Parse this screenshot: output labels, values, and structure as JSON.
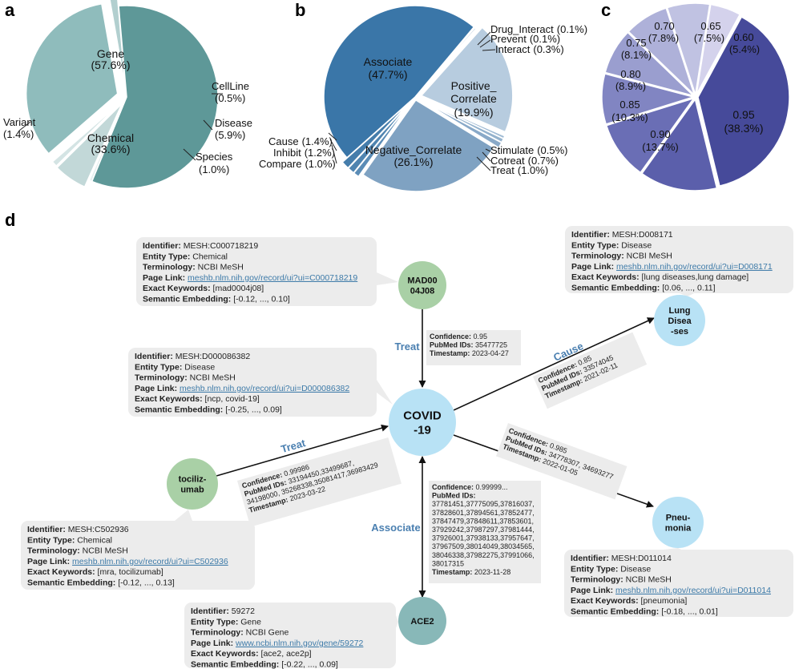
{
  "panel_labels": {
    "a": "a",
    "b": "b",
    "c": "c",
    "d": "d"
  },
  "chart_data": [
    {
      "type": "pie",
      "panel": "a",
      "slices": [
        {
          "label": "Gene",
          "pct": "(57.6%)",
          "value": 57.6,
          "color": "#5e9898"
        },
        {
          "label": "CellLine",
          "pct": "(0.5%)",
          "value": 0.5,
          "color": "#e6efef"
        },
        {
          "label": "Disease",
          "pct": "(5.9%)",
          "value": 5.9,
          "color": "#c2d8d8"
        },
        {
          "label": "Species",
          "pct": "(1.0%)",
          "value": 1.0,
          "color": "#d4e4e4"
        },
        {
          "label": "Chemical",
          "pct": "(33.6%)",
          "value": 33.6,
          "color": "#8fbcbc"
        },
        {
          "label": "Variant",
          "pct": "(1.4%)",
          "value": 1.4,
          "color": "#b2cfcf"
        }
      ]
    },
    {
      "type": "pie",
      "panel": "b",
      "slices": [
        {
          "label": "Drug_Interact",
          "pct": "(0.1%)",
          "value": 0.1,
          "color": "#a9c1d8"
        },
        {
          "label": "Prevent",
          "pct": "(0.1%)",
          "value": 0.1,
          "color": "#b5cadd"
        },
        {
          "label": "Interact",
          "pct": "(0.3%)",
          "value": 0.3,
          "color": "#c3d4e3"
        },
        {
          "label": "Positive_Correlate",
          "pct": "(19.9%)",
          "value": 19.9,
          "color": "#b7ccdf"
        },
        {
          "label": "Stimulate",
          "pct": "(0.5%)",
          "value": 0.5,
          "color": "#9fbad3"
        },
        {
          "label": "Cotreat",
          "pct": "(0.7%)",
          "value": 0.7,
          "color": "#94b2cd"
        },
        {
          "label": "Treat",
          "pct": "(1.0%)",
          "value": 1.0,
          "color": "#89a9c8"
        },
        {
          "label": "Negative_Correlate",
          "pct": "(26.1%)",
          "value": 26.1,
          "color": "#7fa2c2"
        },
        {
          "label": "Compare",
          "pct": "(1.0%)",
          "value": 1.0,
          "color": "#5b8cb6"
        },
        {
          "label": "Inhibit",
          "pct": "(1.2%)",
          "value": 1.2,
          "color": "#4f84b0"
        },
        {
          "label": "Cause",
          "pct": "(1.4%)",
          "value": 1.4,
          "color": "#457dab"
        },
        {
          "label": "Associate",
          "pct": "(47.7%)",
          "value": 47.7,
          "color": "#3a76a8"
        }
      ]
    },
    {
      "type": "pie",
      "panel": "c",
      "slices": [
        {
          "label": "0.60",
          "pct": "(5.4%)",
          "value": 5.4,
          "color": "#d4d2ec"
        },
        {
          "label": "0.95",
          "pct": "(38.3%)",
          "value": 38.3,
          "color": "#464a9a"
        },
        {
          "label": "0.90",
          "pct": "(13.7%)",
          "value": 13.7,
          "color": "#5b5fab"
        },
        {
          "label": "0.85",
          "pct": "(10.3%)",
          "value": 10.3,
          "color": "#6a6eb5"
        },
        {
          "label": "0.80",
          "pct": "(8.9%)",
          "value": 8.9,
          "color": "#8185c2"
        },
        {
          "label": "0.75",
          "pct": "(8.1%)",
          "value": 8.1,
          "color": "#9a9ecf"
        },
        {
          "label": "0.70",
          "pct": "(7.8%)",
          "value": 7.8,
          "color": "#aeb1d9"
        },
        {
          "label": "0.65",
          "pct": "(7.5%)",
          "value": 7.5,
          "color": "#c0c2e2"
        }
      ]
    }
  ],
  "graph": {
    "nodes": [
      {
        "id": "covid",
        "label": [
          "COVID",
          "-19"
        ],
        "color": "#b8e2f5"
      },
      {
        "id": "mad",
        "label": [
          "MAD00",
          "04J08"
        ],
        "color": "#a9d0a6"
      },
      {
        "id": "lung",
        "label": [
          "Lung",
          "Disea",
          "-ses"
        ],
        "color": "#b8e2f5"
      },
      {
        "id": "toci",
        "label": [
          "tociliz-",
          "umab"
        ],
        "color": "#a9d0a6"
      },
      {
        "id": "pneu",
        "label": [
          "Pneu-",
          "monia"
        ],
        "color": "#b8e2f5"
      },
      {
        "id": "ace2",
        "label": [
          "ACE2"
        ],
        "color": "#88b8b8"
      }
    ],
    "edges": [
      {
        "relation": "Treat",
        "from": "mad",
        "to": "covid",
        "info": [
          [
            "Confidence",
            "0.95"
          ],
          [
            "PubMed IDs",
            "35477725"
          ],
          [
            "Timestamp",
            "2023-04-27"
          ]
        ]
      },
      {
        "relation": "Cause",
        "from": "covid",
        "to": "lung",
        "info": [
          [
            "Confidence",
            "0.85"
          ],
          [
            "PubMed IDs",
            "33574045"
          ],
          [
            "Timestamp",
            "2021-02-11"
          ]
        ]
      },
      {
        "relation": "Treat",
        "from": "toci",
        "to": "covid",
        "info": [
          [
            "Confidence",
            "0.99986"
          ],
          [
            "PubMed IDs",
            "33194450,33499687,"
          ],
          [
            "",
            "34198000, 35268338,35081417,36983429"
          ],
          [
            "Timestamp",
            "2023-03-22"
          ]
        ]
      },
      {
        "relation": "Cause",
        "from": "covid",
        "to": "pneu",
        "info": [
          [
            "Confidence",
            "0.985"
          ],
          [
            "PubMed IDs",
            "34778307, 34693277"
          ],
          [
            "Timestamp",
            "2022-01-05"
          ]
        ]
      },
      {
        "relation": "Associate",
        "from": "ace2",
        "to": "covid",
        "info": [
          [
            "Confidence",
            "0.99999..."
          ],
          [
            "PubMed IDs",
            ""
          ],
          [
            "",
            "37781451,37775095,37816037,"
          ],
          [
            "",
            "37828601,37894561,37852477,"
          ],
          [
            "",
            "37847479,37848611,37853601,"
          ],
          [
            "",
            "37929242,37987297,37981444,"
          ],
          [
            "",
            "37926001,37938133,37957647,"
          ],
          [
            "",
            "37967509,38014049,38034565,"
          ],
          [
            "",
            "38046338,37982275,37991066,"
          ],
          [
            "",
            "38017315"
          ],
          [
            "Timestamp",
            "2023-11-28"
          ]
        ]
      }
    ],
    "cards": [
      {
        "node": "mad",
        "rows": [
          [
            "Identifier",
            "MESH:C000718219"
          ],
          [
            "Entity Type",
            "Chemical"
          ],
          [
            "Terminology",
            "NCBI MeSH"
          ],
          [
            "Page Link",
            "meshb.nlm.nih.gov/record/ui?ui=C000718219"
          ],
          [
            "Exact Keywords",
            "[mad0004j08]"
          ],
          [
            "Semantic Embedding",
            "[-0.12, ..., 0.10]"
          ]
        ]
      },
      {
        "node": "covid",
        "rows": [
          [
            "Identifier",
            "MESH:D000086382"
          ],
          [
            "Entity Type",
            "Disease"
          ],
          [
            "Terminology",
            "NCBI MeSH"
          ],
          [
            "Page Link",
            "meshb.nlm.nih.gov/record/ui?ui=D000086382"
          ],
          [
            "Exact Keywords",
            "[ncp, covid-19]"
          ],
          [
            "Semantic Embedding",
            "[-0.25, ..., 0.09]"
          ]
        ]
      },
      {
        "node": "lung",
        "rows": [
          [
            "Identifier",
            "MESH:D008171"
          ],
          [
            "Entity Type",
            "Disease"
          ],
          [
            "Terminology",
            "NCBI MeSH"
          ],
          [
            "Page Link",
            "meshb.nlm.nih.gov/record/ui?ui=D008171"
          ],
          [
            "Exact Keywords",
            "[lung diseases,lung damage]"
          ],
          [
            "Semantic Embedding",
            "[0.06, ..., 0.11]"
          ]
        ]
      },
      {
        "node": "toci",
        "rows": [
          [
            "Identifier",
            "MESH:C502936"
          ],
          [
            "Entity Type",
            "Chemical"
          ],
          [
            "Terminology",
            "NCBI MeSH"
          ],
          [
            "Page Link",
            "meshb.nlm.nih.gov/record/ui?ui=C502936"
          ],
          [
            "Exact Keywords",
            "[mra, tocilizumab]"
          ],
          [
            "Semantic Embedding",
            "[-0.12, ..., 0.13]"
          ]
        ]
      },
      {
        "node": "pneu",
        "rows": [
          [
            "Identifier",
            "MESH:D011014"
          ],
          [
            "Entity Type",
            "Disease"
          ],
          [
            "Terminology",
            "NCBI MeSH"
          ],
          [
            "Page Link",
            "meshb.nlm.nih.gov/record/ui?ui=D011014"
          ],
          [
            "Exact Keywords",
            "[pneumonia]"
          ],
          [
            "Semantic Embedding",
            "[-0.18, ..., 0.01]"
          ]
        ]
      },
      {
        "node": "ace2",
        "rows": [
          [
            "Identifier",
            "59272"
          ],
          [
            "Entity Type",
            "Gene"
          ],
          [
            "Terminology",
            "NCBI Gene"
          ],
          [
            "Page Link",
            "www.ncbi.nlm.nih.gov/gene/59272"
          ],
          [
            "Exact Keywords",
            "[ace2, ace2p]"
          ],
          [
            "Semantic Embedding",
            "[-0.22, ..., 0.09]"
          ]
        ]
      }
    ]
  },
  "colors": {
    "relation": "#4a7fb0",
    "link": "#3d7aa8",
    "card": "#ececec",
    "info": "#ececec"
  }
}
